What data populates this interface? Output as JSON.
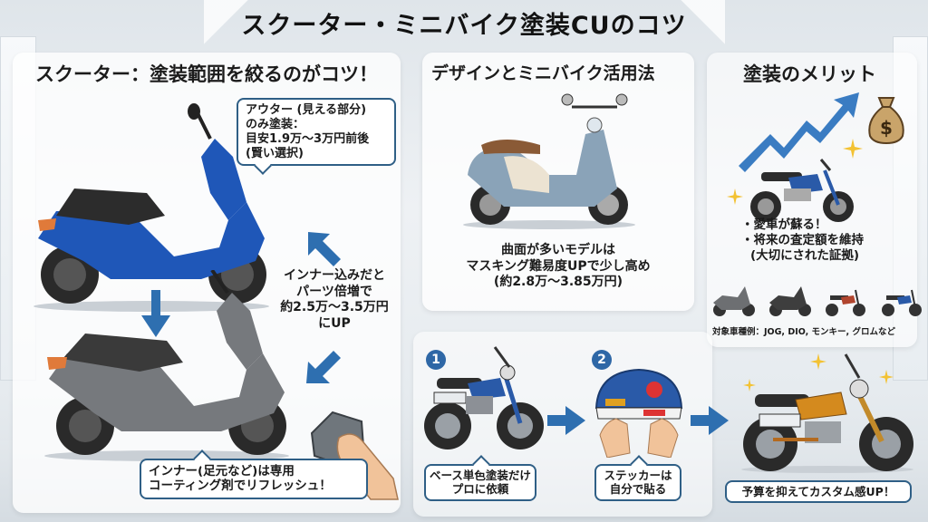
{
  "title": "スクーター・ミニバイク塗装CUのコツ",
  "panels": {
    "scooter": {
      "title": "スクーター：塗装範囲を絞るのがコツ！",
      "outer_bubble": [
        "アウター (見える部分)",
        "のみ塗装：",
        "目安1.9万〜3万円前後",
        "(賢い選択)"
      ],
      "inner_note": [
        "インナー込みだと",
        "パーツ倍増で",
        "約2.5万〜3.5万円",
        "にUP"
      ],
      "inner_bubble": [
        "インナー(足元など)は専用",
        "コーティング剤でリフレッシュ！"
      ],
      "illustrations": [
        "blue-scooter",
        "gray-scooter",
        "hand-with-sponge"
      ]
    },
    "design": {
      "title": "デザインとミニバイク活用法",
      "caption": [
        "曲面が多いモデルは",
        "マスキング難易度UPで少し高め",
        "(約2.8万〜3.85万円)"
      ],
      "illustration": "retro-blue-scooter"
    },
    "merit": {
      "title": "塗装のメリット",
      "bullets": [
        "・愛車が蘇る！",
        "・将来の査定額を維持",
        "(大切にされた証拠)"
      ],
      "models_label": "対象車種例：JOG, DIO, モンキー, グロムなど",
      "icons": [
        "rising-arrow",
        "money-bag"
      ],
      "money_symbol": "$"
    },
    "steps": {
      "step1": {
        "number": "1",
        "label": [
          "ベース単色塗装だけ",
          "プロに依頼"
        ]
      },
      "step2": {
        "number": "2",
        "label": [
          "ステッカーは",
          "自分で貼る"
        ]
      },
      "result": {
        "label": "予算を抑えてカスタム感UP！"
      }
    }
  },
  "colors": {
    "accent_blue": "#2e6fb0",
    "bubble_border": "#2f5f86",
    "star_gold": "#f3c233",
    "money_bag": "#c9a46a"
  }
}
